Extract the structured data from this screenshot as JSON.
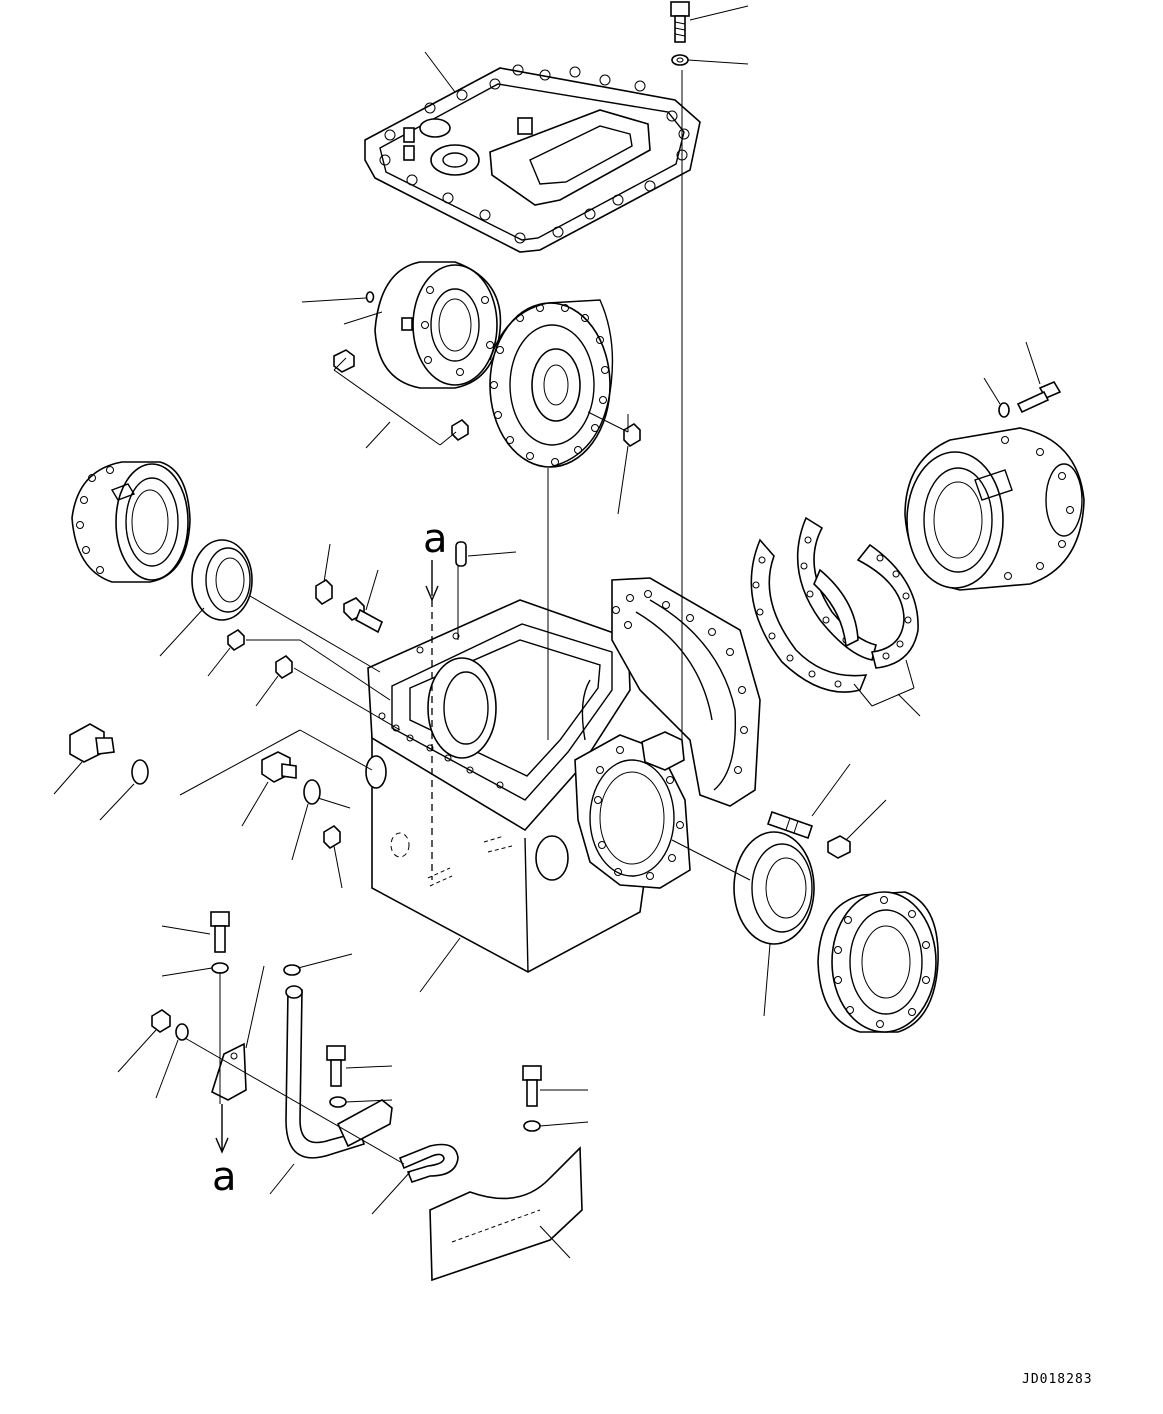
{
  "diagram": {
    "reference_marker_top": "a",
    "reference_marker_bottom": "a",
    "drawing_number": "JD018283"
  }
}
